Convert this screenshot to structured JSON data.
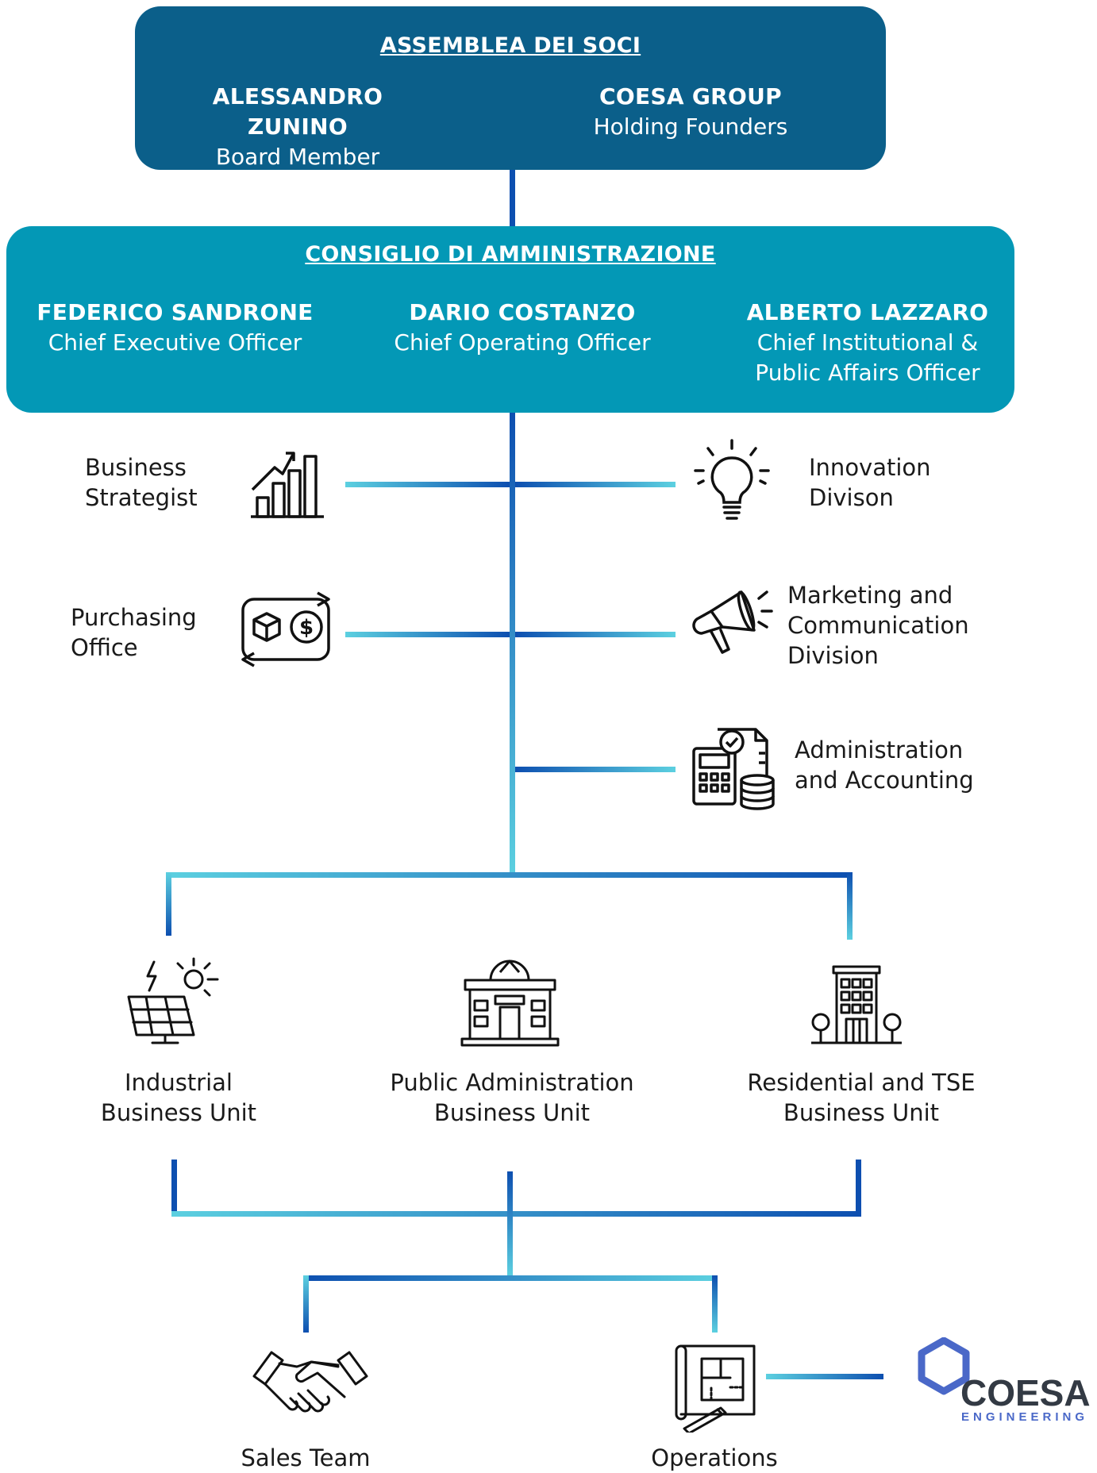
{
  "assemblea": {
    "title": "ASSEMBLEA DEI SOCI",
    "members": [
      {
        "name": "ALESSANDRO ZUNINO",
        "role": "Board Member"
      },
      {
        "name": "COESA GROUP",
        "role": "Holding Founders"
      }
    ]
  },
  "consiglio": {
    "title": "CONSIGLIO DI AMMINISTRAZIONE",
    "members": [
      {
        "name": "FEDERICO SANDRONE",
        "role": "Chief Executive Officer"
      },
      {
        "name": "DARIO COSTANZO",
        "role": "Chief Operating Officer"
      },
      {
        "name": "ALBERTO LAZZARO",
        "role_line1": "Chief Institutional &",
        "role_line2": "Public Affairs Officer"
      }
    ]
  },
  "staff": {
    "business_strategist": {
      "line1": "Business",
      "line2": "Strategist",
      "icon": "growth-chart-icon"
    },
    "purchasing_office": {
      "line1": "Purchasing",
      "line2": "Office",
      "icon": "purchase-exchange-icon"
    },
    "innovation": {
      "line1": "Innovation",
      "line2": "Divison",
      "icon": "lightbulb-icon"
    },
    "marketing": {
      "line1": "Marketing and",
      "line2": "Communication",
      "line3": "Division",
      "icon": "megaphone-icon"
    },
    "administration": {
      "line1": "Administration",
      "line2": "and Accounting",
      "icon": "calculator-accounting-icon"
    }
  },
  "business_units": [
    {
      "line1": "Industrial",
      "line2": "Business Unit",
      "icon": "solar-panel-icon"
    },
    {
      "line1": "Public Administration",
      "line2": "Business Unit",
      "icon": "public-building-icon"
    },
    {
      "line1": "Residential and TSE",
      "line2": "Business Unit",
      "icon": "residential-building-icon"
    }
  ],
  "teams": [
    {
      "label": "Sales Team",
      "icon": "handshake-icon"
    },
    {
      "label": "Operations",
      "icon": "blueprint-icon"
    }
  ],
  "partner_logo": {
    "word": "COESA",
    "sub": "ENGINEERING"
  },
  "colors": {
    "dark_blue": "#0b5f8a",
    "teal": "#0398b6",
    "line_dark": "#0d4fb0",
    "line_light": "#5cd0e0"
  }
}
